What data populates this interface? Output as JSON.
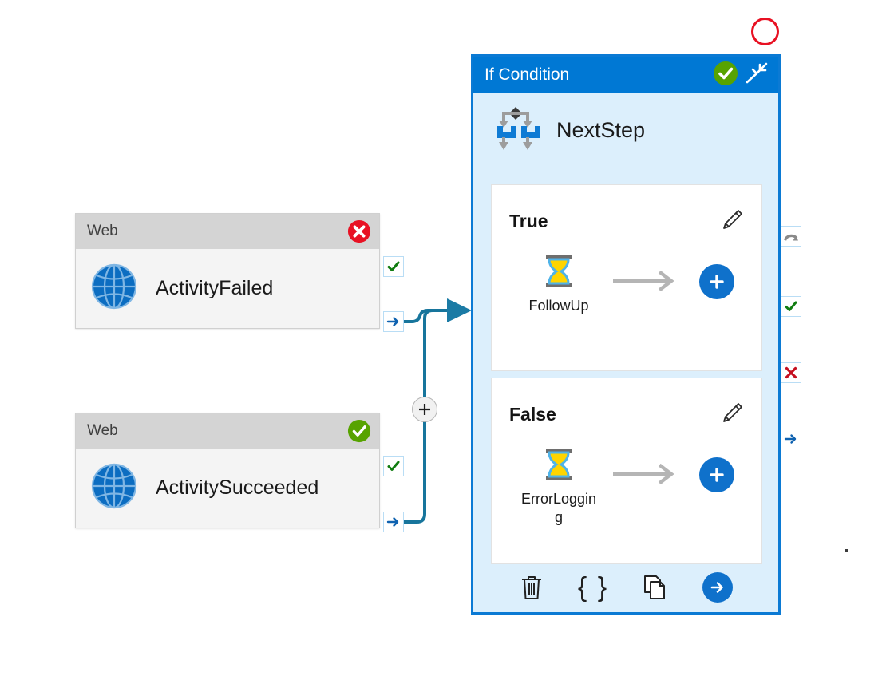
{
  "canvas": {
    "background": "#ffffff",
    "connector_color": "#17759c",
    "accent_blue": "#0078d4",
    "error_red": "#e81123",
    "success_green": "#57a300"
  },
  "activity_cards": [
    {
      "id": "activity-failed",
      "header_title": "Web",
      "label": "ActivityFailed",
      "status": "failed",
      "status_icon": "error-circle-icon",
      "type_icon": "globe-icon",
      "ports": [
        {
          "name": "success-port",
          "icon": "check-icon"
        },
        {
          "name": "completion-port",
          "icon": "arrow-right-icon"
        }
      ]
    },
    {
      "id": "activity-succeeded",
      "header_title": "Web",
      "label": "ActivitySucceeded",
      "status": "succeeded",
      "status_icon": "check-circle-icon",
      "type_icon": "globe-icon",
      "ports": [
        {
          "name": "success-port",
          "icon": "check-icon"
        },
        {
          "name": "completion-port",
          "icon": "arrow-right-icon"
        }
      ]
    }
  ],
  "condition_panel": {
    "title": "If Condition",
    "status_icon": "check-circle-icon",
    "collapse_icon": "collapse-arrows-icon",
    "activity_name": "NextStep",
    "activity_icon": "branch-icon",
    "branches": [
      {
        "name": "True",
        "edit_icon": "pencil-icon",
        "step_label": "FollowUp",
        "step_icon": "hourglass-icon",
        "flow_icon": "arrow-right-long-icon",
        "add_icon": "plus-icon"
      },
      {
        "name": "False",
        "edit_icon": "pencil-icon",
        "step_label": "ErrorLogging",
        "step_icon": "hourglass-icon",
        "flow_icon": "arrow-right-long-icon",
        "add_icon": "plus-icon"
      }
    ],
    "footer_actions": [
      {
        "name": "delete-button",
        "icon": "trash-icon"
      },
      {
        "name": "code-button",
        "icon": "curly-braces-icon",
        "glyph": "{ }"
      },
      {
        "name": "duplicate-button",
        "icon": "copy-icon"
      },
      {
        "name": "run-button",
        "icon": "arrow-right-circle-icon"
      }
    ],
    "ports": [
      {
        "name": "retry-port",
        "icon": "retry-arc-icon"
      },
      {
        "name": "success-port",
        "icon": "check-icon"
      },
      {
        "name": "failure-port",
        "icon": "cross-icon"
      },
      {
        "name": "completion-port",
        "icon": "arrow-right-icon"
      }
    ]
  },
  "connectors": {
    "add_node": {
      "name": "add-connector-node",
      "icon": "plus-icon"
    },
    "breakpoint_marker": {
      "name": "breakpoint-circle",
      "color": "#e81123"
    }
  }
}
